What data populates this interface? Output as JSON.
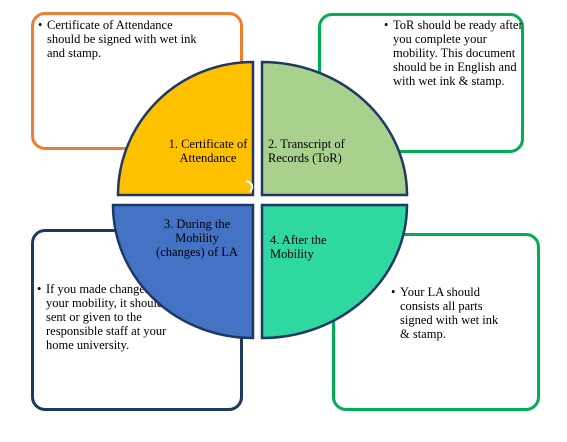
{
  "boxes": {
    "top_left": {
      "text": "Certificate of Attendance should be signed with wet ink and stamp.",
      "color": "#ED7D31"
    },
    "top_right": {
      "text": "ToR should be ready after you complete your mobility.  This document should be in English  and with wet ink & stamp.",
      "color": "#00B050"
    },
    "bottom_left": {
      "text": "If you made changes during your mobility, it should be sent or given to the responsible staff at your home university.",
      "color": "#1F3864"
    },
    "bottom_right": {
      "text": "Your LA should consists all parts signed with wet ink & stamp.",
      "color": "#00B050"
    }
  },
  "bullet_glyph": "•",
  "quadrants": {
    "q1": {
      "label": "1. Certificate of Attendance",
      "fill": "#FFC000"
    },
    "q2": {
      "label": "2. Transcript of Records (ToR)",
      "fill": "#A9D18E"
    },
    "q3": {
      "label": "3. During the Mobility (changes) of LA",
      "fill": "#4472C4"
    },
    "q4": {
      "label": "4. After the Mobility",
      "fill": "#2ED8A0"
    }
  }
}
